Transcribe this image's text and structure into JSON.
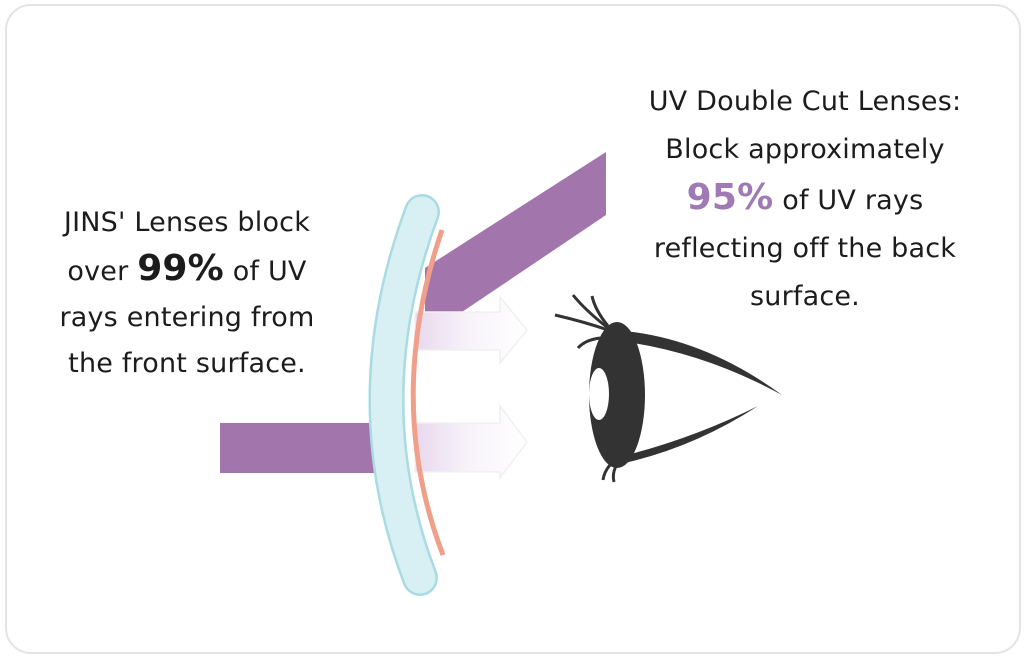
{
  "left_caption": {
    "line1": "JINS' Lenses block",
    "line2_pre": "over ",
    "line2_highlight": "99%",
    "line2_post": " of UV",
    "line3": "rays entering from",
    "line4": "the front surface."
  },
  "right_caption": {
    "line1": "UV Double Cut Lenses:",
    "line2": "Block approximately",
    "line3_highlight": "95%",
    "line3_post": " of UV rays",
    "line4": "reflecting off the back",
    "line5": "surface."
  },
  "colors": {
    "uv_ray": "#a275ad",
    "lens": "#cdeaf0",
    "coating": "#f0a08a",
    "eye": "#333333",
    "highlight_95": "#a07ab5"
  }
}
